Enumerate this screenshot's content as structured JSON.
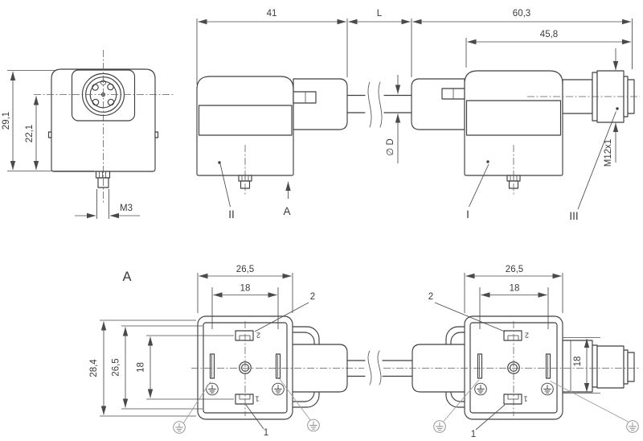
{
  "colors": {
    "background": "#ffffff",
    "line": "#3f3f3f",
    "dimension": "#4a4a4a",
    "earth_symbol": "#8e8e8e"
  },
  "top": {
    "front_view": {
      "dim_overall_height": "29,1",
      "dim_center_height": "22,1",
      "dim_stud_thread": "M3"
    },
    "side_view_ii": {
      "label": "II",
      "dim_length": "41",
      "view_arrow_label": "A"
    },
    "cable": {
      "dim_length": "L",
      "dim_diameter": "∅ D"
    },
    "side_view_i": {
      "label": "I",
      "dim_total_length": "60,3",
      "dim_body_length": "45,8",
      "plug_label": "III",
      "dim_plug_thread": "M12x1"
    }
  },
  "bottom": {
    "view_label": "A",
    "face_a": {
      "dim_width": "26,5",
      "dim_contact_pitch": "18",
      "dim_height_overall": "28,4",
      "dim_height": "26,5",
      "dim_contact_pitch_v": "18",
      "contact_2_label": "2",
      "contact_1_label": "1",
      "molded_digit_2": "2",
      "molded_digit_1": "1"
    },
    "face_b": {
      "dim_width": "26,5",
      "dim_contact_pitch": "18",
      "dim_plug_height": "18",
      "contact_2_label": "2",
      "contact_1_label": "1",
      "molded_digit_2": "2",
      "molded_digit_1": "1"
    }
  }
}
